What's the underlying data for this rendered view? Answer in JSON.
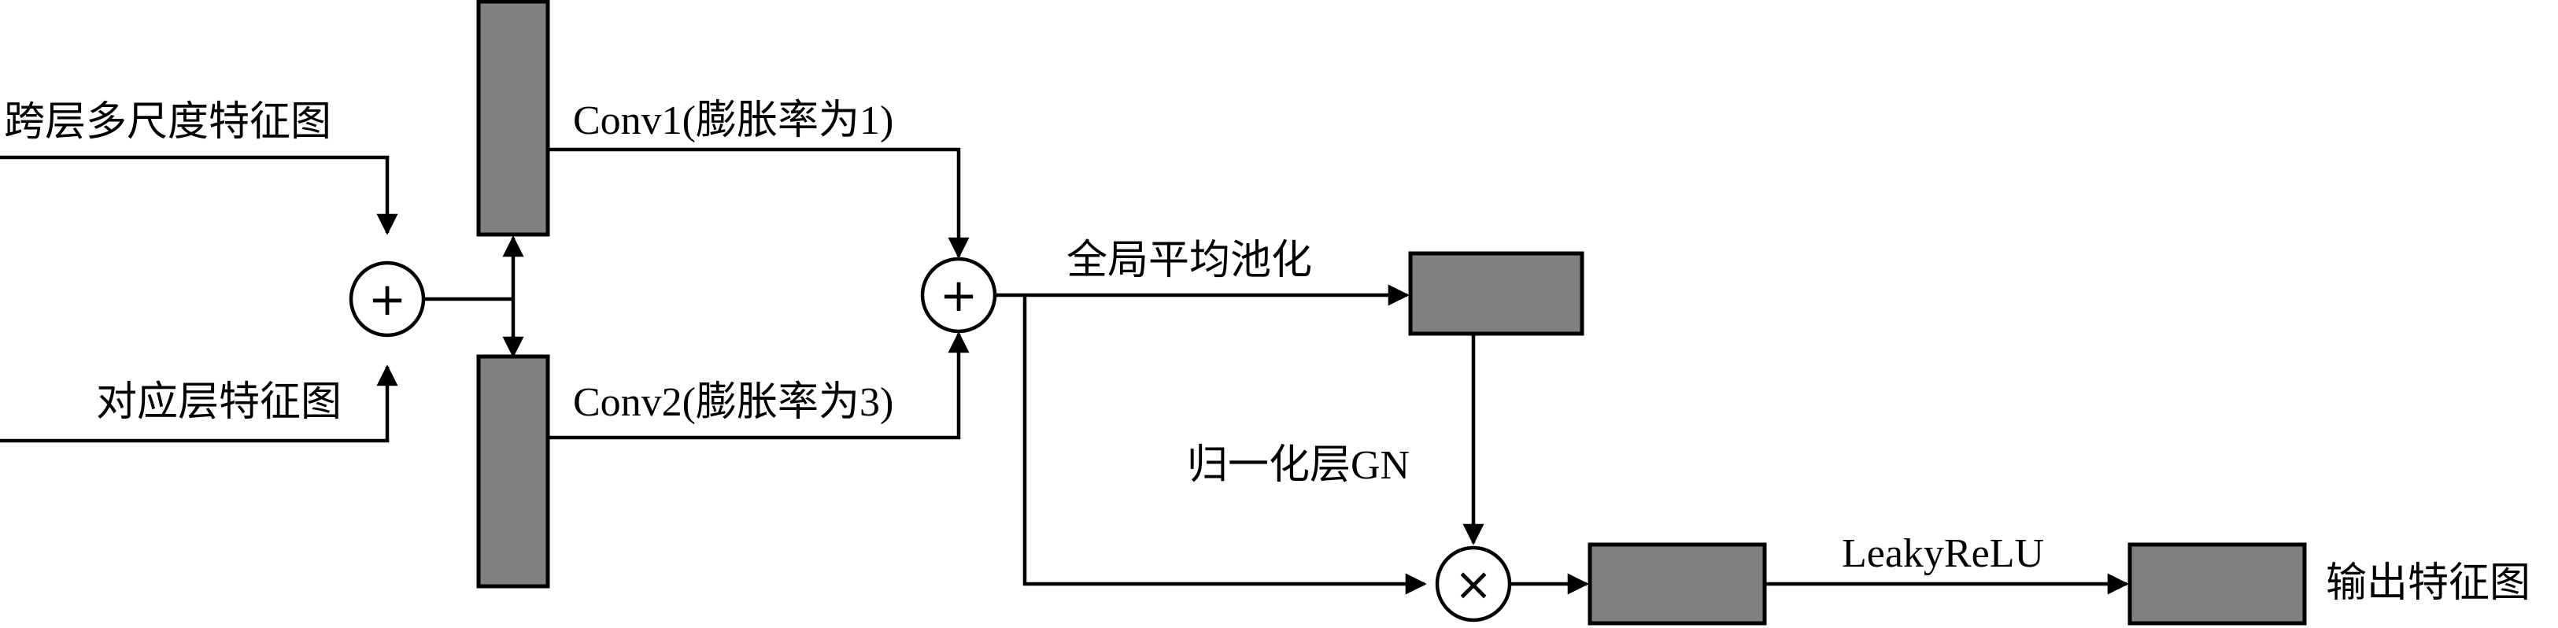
{
  "labels": {
    "input_cross_layer": "跨层多尺度特征图",
    "input_corresponding": "对应层特征图",
    "conv1": "Conv1(膨胀率为1)",
    "conv2": "Conv2(膨胀率为3)",
    "gap": "全局平均池化",
    "gn": "归一化层GN",
    "leaky_relu": "LeakyReLU",
    "output": "输出特征图"
  },
  "symbols": {
    "add": "+",
    "multiply": "×"
  },
  "colors": {
    "block_fill": "#808080",
    "line": "#000000",
    "background": "#ffffff"
  }
}
